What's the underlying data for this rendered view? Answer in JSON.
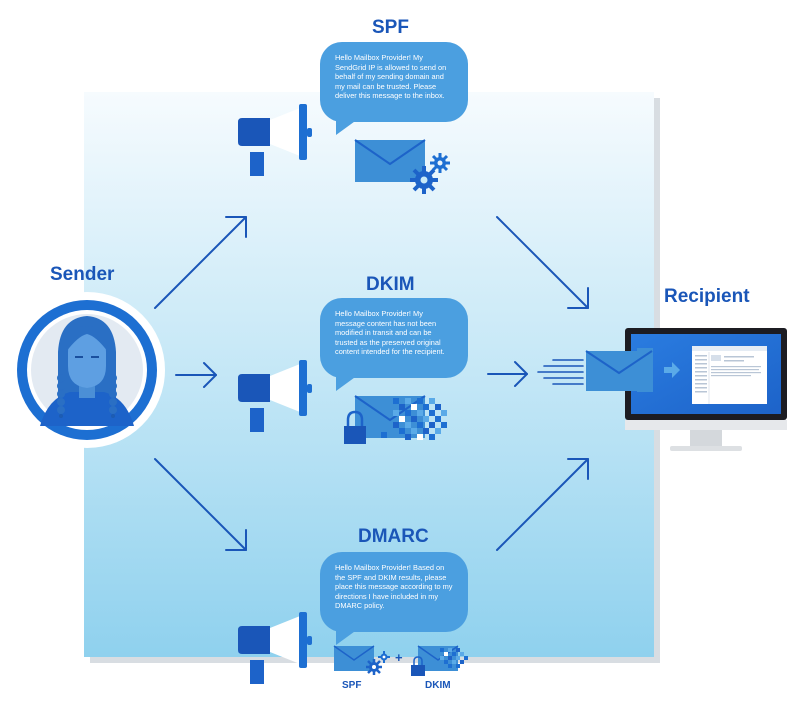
{
  "labels": {
    "sender": "Sender",
    "recipient": "Recipient",
    "spf_title": "SPF",
    "dkim_title": "DKIM",
    "dmarc_title": "DMARC",
    "spf_small": "SPF",
    "dkim_small": "DKIM",
    "plus": "+"
  },
  "messages": {
    "spf": "Hello Mailbox Provider!  My SendGrid IP is allowed to send on behalf of my sending domain and my mail can be trusted.  Please deliver this message to the inbox.",
    "dkim": "Hello Mailbox Provider! My message content has not been modified in transit and can be trusted as the preserved original content intended for the recipient.",
    "dmarc": "Hello Mailbox Provider! Based on the SPF and DKIM results, please place this message according to my directions I have included in my DMARC policy."
  },
  "colors": {
    "brand_blue": "#1a56b8",
    "bubble_blue": "#4b9fe0",
    "envelope_blue": "#3d8fd6",
    "background_top": "#e9f4fb",
    "background_bottom": "#93d3ef"
  },
  "icons": [
    "person-avatar-icon",
    "megaphone-icon",
    "envelope-icon",
    "gear-icon",
    "padlock-icon",
    "desktop-monitor-icon",
    "arrow-icon"
  ]
}
